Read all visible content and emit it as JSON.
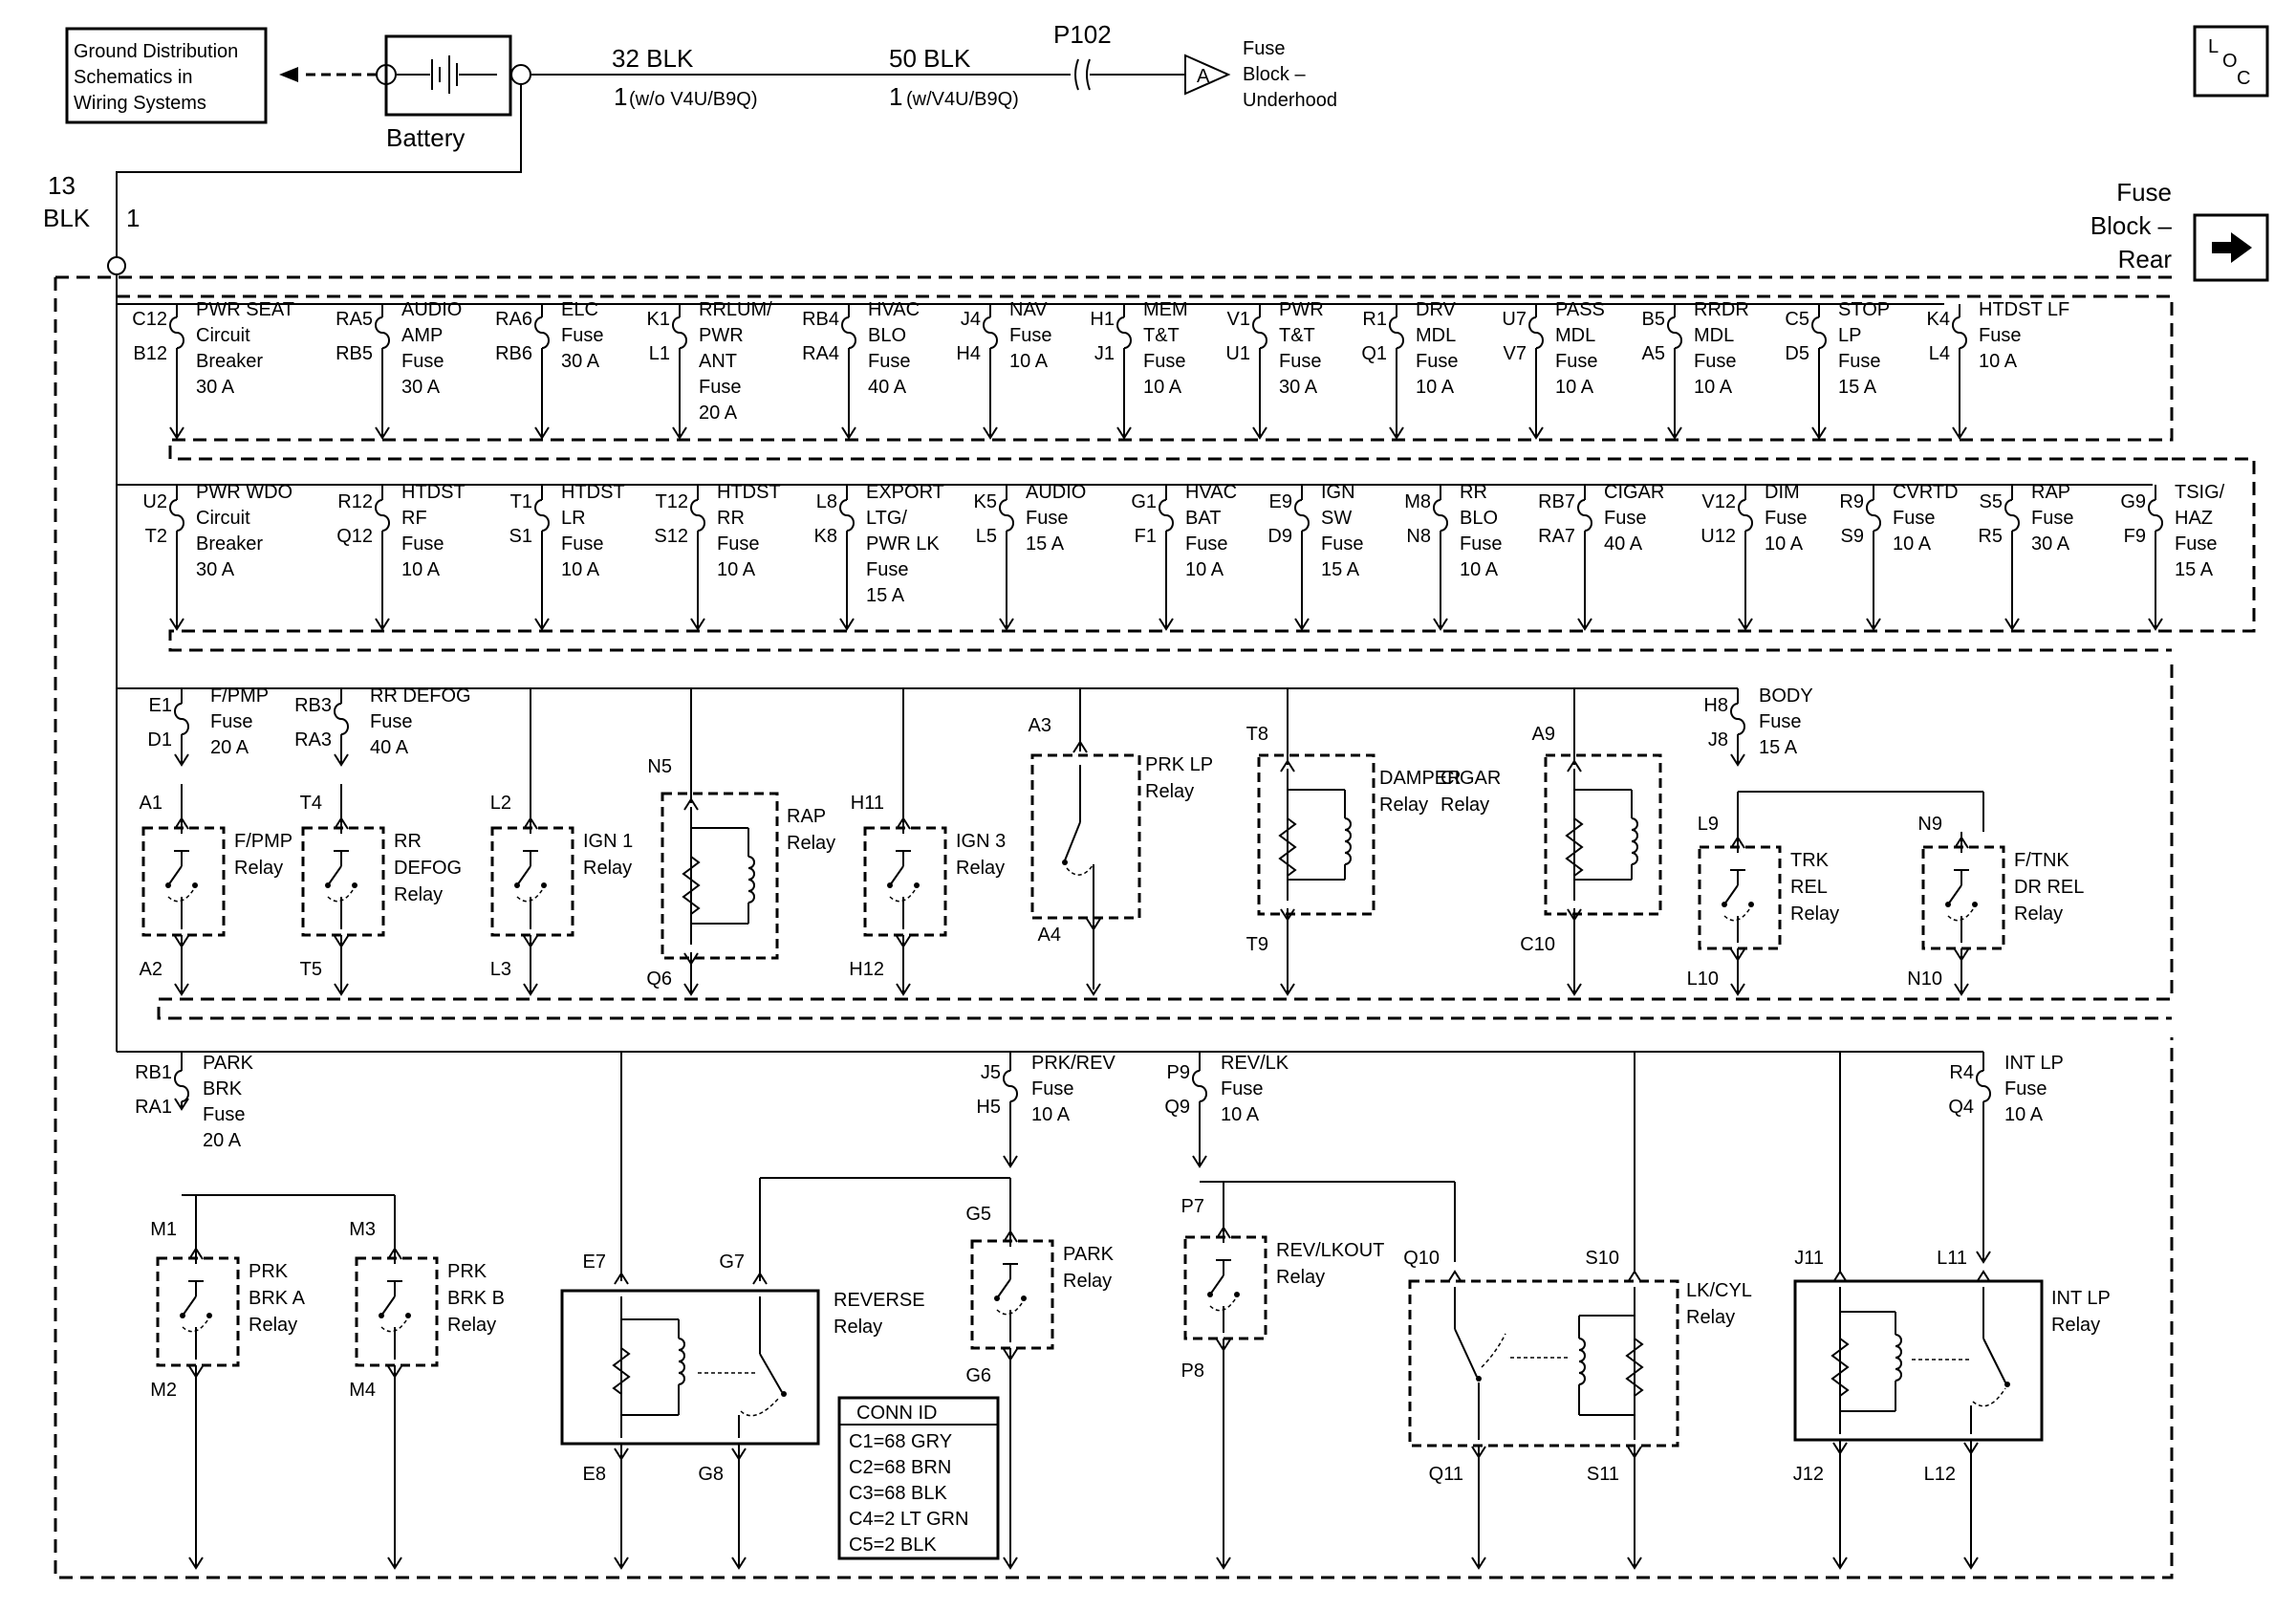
{
  "header": {
    "ground_dist_box": [
      "Ground Distribution",
      "Schematics in",
      "Wiring Systems"
    ],
    "battery": "Battery",
    "wire_32": "32 BLK",
    "pin_32": "1",
    "pin_32_note": "(w/o V4U/B9Q)",
    "wire_50": "50 BLK",
    "pin_50": "1",
    "pin_50_note": "(w/V4U/B9Q)",
    "p102": "P102",
    "connector_letter": "A",
    "fuse_block_underhood": [
      "Fuse",
      "Block –",
      "Underhood"
    ],
    "loc_l": "L",
    "loc_o": "O",
    "loc_c": "C",
    "feed_wire_num": "13",
    "feed_wire_color": "BLK",
    "feed_pin": "1",
    "fuse_block_rear": [
      "Fuse",
      "Block –",
      "Rear"
    ],
    "arrow_icon": "right-arrow-icon"
  },
  "row1": [
    {
      "top": "C12",
      "bottom": "B12",
      "label": [
        "PWR SEAT",
        "Circuit",
        "Breaker",
        "30 A"
      ]
    },
    {
      "top": "RA5",
      "bottom": "RB5",
      "label": [
        "AUDIO",
        "AMP",
        "Fuse",
        "30 A"
      ]
    },
    {
      "top": "RA6",
      "bottom": "RB6",
      "label": [
        "ELC",
        "Fuse",
        "30 A"
      ]
    },
    {
      "top": "K1",
      "bottom": "L1",
      "label": [
        "RRLUM/",
        "PWR",
        "ANT",
        "Fuse",
        "20 A"
      ]
    },
    {
      "top": "RB4",
      "bottom": "RA4",
      "label": [
        "HVAC",
        "BLO",
        "Fuse",
        "40 A"
      ]
    },
    {
      "top": "J4",
      "bottom": "H4",
      "label": [
        "NAV",
        "Fuse",
        "10 A"
      ]
    },
    {
      "top": "H1",
      "bottom": "J1",
      "label": [
        "MEM",
        "T&T",
        "Fuse",
        "10 A"
      ]
    },
    {
      "top": "V1",
      "bottom": "U1",
      "label": [
        "PWR",
        "T&T",
        "Fuse",
        "30 A"
      ]
    },
    {
      "top": "R1",
      "bottom": "Q1",
      "label": [
        "DRV",
        "MDL",
        "Fuse",
        "10 A"
      ]
    },
    {
      "top": "U7",
      "bottom": "V7",
      "label": [
        "PASS",
        "MDL",
        "Fuse",
        "10 A"
      ]
    },
    {
      "top": "B5",
      "bottom": "A5",
      "label": [
        "RRDR",
        "MDL",
        "Fuse",
        "10 A"
      ]
    },
    {
      "top": "C5",
      "bottom": "D5",
      "label": [
        "STOP",
        "LP",
        "Fuse",
        "15 A"
      ]
    },
    {
      "top": "K4",
      "bottom": "L4",
      "label": [
        "HTDST LF",
        "Fuse",
        "10 A"
      ]
    }
  ],
  "row2": [
    {
      "top": "U2",
      "bottom": "T2",
      "label": [
        "PWR WDO",
        "Circuit",
        "Breaker",
        "30 A"
      ]
    },
    {
      "top": "R12",
      "bottom": "Q12",
      "label": [
        "HTDST",
        "RF",
        "Fuse",
        "10 A"
      ]
    },
    {
      "top": "T1",
      "bottom": "S1",
      "label": [
        "HTDST",
        "LR",
        "Fuse",
        "10 A"
      ]
    },
    {
      "top": "T12",
      "bottom": "S12",
      "label": [
        "HTDST",
        "RR",
        "Fuse",
        "10 A"
      ]
    },
    {
      "top": "L8",
      "bottom": "K8",
      "label": [
        "EXPORT",
        "LTG/",
        "PWR LK",
        "Fuse",
        "15 A"
      ]
    },
    {
      "top": "K5",
      "bottom": "L5",
      "label": [
        "AUDIO",
        "Fuse",
        "15 A"
      ]
    },
    {
      "top": "G1",
      "bottom": "F1",
      "label": [
        "HVAC",
        "BAT",
        "Fuse",
        "10 A"
      ]
    },
    {
      "top": "E9",
      "bottom": "D9",
      "label": [
        "IGN",
        "SW",
        "Fuse",
        "15 A"
      ]
    },
    {
      "top": "M8",
      "bottom": "N8",
      "label": [
        "RR",
        "BLO",
        "Fuse",
        "10 A"
      ]
    },
    {
      "top": "RB7",
      "bottom": "RA7",
      "label": [
        "CIGAR",
        "Fuse",
        "40 A"
      ]
    },
    {
      "top": "V12",
      "bottom": "U12",
      "label": [
        "DIM",
        "Fuse",
        "10 A"
      ]
    },
    {
      "top": "R9",
      "bottom": "S9",
      "label": [
        "CVRTD",
        "Fuse",
        "10 A"
      ]
    },
    {
      "top": "S5",
      "bottom": "R5",
      "label": [
        "RAP",
        "Fuse",
        "30 A"
      ]
    },
    {
      "top": "G9",
      "bottom": "F9",
      "label": [
        "TSIG/",
        "HAZ",
        "Fuse",
        "15 A"
      ]
    }
  ],
  "row3": {
    "fpmp_fuse": {
      "top": "E1",
      "bottom": "D1",
      "label": [
        "F/PMP",
        "Fuse",
        "20 A"
      ]
    },
    "rrdefog_fuse": {
      "top": "RB3",
      "bottom": "RA3",
      "label": [
        "RR DEFOG",
        "Fuse",
        "40 A"
      ]
    },
    "body_fuse": {
      "top": "H8",
      "bottom": "J8",
      "label": [
        "BODY",
        "Fuse",
        "15 A"
      ]
    },
    "fpmp_relay": {
      "top": "A1",
      "bottom": "A2",
      "label": [
        "F/PMP",
        "Relay"
      ]
    },
    "rrdefog_relay": {
      "top": "T4",
      "bottom": "T5",
      "label": [
        "RR",
        "DEFOG",
        "Relay"
      ]
    },
    "ign1_relay": {
      "top": "L2",
      "bottom": "L3",
      "label": [
        "IGN 1",
        "Relay"
      ]
    },
    "rap_relay": {
      "top": "N5",
      "bottom": "Q6",
      "label": [
        "RAP",
        "Relay"
      ]
    },
    "ign3_relay": {
      "top": "H11",
      "bottom": "H12",
      "label": [
        "IGN 3",
        "Relay"
      ]
    },
    "prklp_relay": {
      "top": "A3",
      "bottom": "A4",
      "label": [
        "PRK LP",
        "Relay"
      ]
    },
    "damper_relay": {
      "top": "T8",
      "bottom": "T9",
      "label": [
        "DAMPER",
        "Relay"
      ]
    },
    "cigar_relay": {
      "top": "A9",
      "bottom": "C10",
      "label": [
        "CIGAR",
        "Relay"
      ]
    },
    "trkrel_relay": {
      "top": "L9",
      "bottom": "L10",
      "label": [
        "TRK",
        "REL",
        "Relay"
      ]
    },
    "ftnk_relay": {
      "top": "N9",
      "bottom": "N10",
      "label": [
        "F/TNK",
        "DR REL",
        "Relay"
      ]
    }
  },
  "row4": {
    "parkbrk_fuse": {
      "top": "RB1",
      "bottom": "RA1",
      "label": [
        "PARK",
        "BRK",
        "Fuse",
        "20 A"
      ]
    },
    "prkrev_fuse": {
      "top": "J5",
      "bottom": "H5",
      "label": [
        "PRK/REV",
        "Fuse",
        "10 A"
      ]
    },
    "revlk_fuse": {
      "top": "P9",
      "bottom": "Q9",
      "label": [
        "REV/LK",
        "Fuse",
        "10 A"
      ]
    },
    "intlp_fuse": {
      "top": "R4",
      "bottom": "Q4",
      "label": [
        "INT LP",
        "Fuse",
        "10 A"
      ]
    },
    "prkbrka_relay": {
      "top": "M1",
      "bottom": "M2",
      "label": [
        "PRK",
        "BRK A",
        "Relay"
      ]
    },
    "prkbrkb_relay": {
      "top": "M3",
      "bottom": "M4",
      "label": [
        "PRK",
        "BRK B",
        "Relay"
      ]
    },
    "reverse_relay": {
      "pins": [
        "E7",
        "G7",
        "E8",
        "G8"
      ],
      "label": [
        "REVERSE",
        "Relay"
      ]
    },
    "park_relay": {
      "top": "G5",
      "bottom": "G6",
      "label": [
        "PARK",
        "Relay"
      ]
    },
    "revlkout_relay": {
      "top": "P7",
      "bottom": "P8",
      "label": [
        "REV/LKOUT",
        "Relay"
      ]
    },
    "lkcyl_relay": {
      "pins": [
        "Q10",
        "S10",
        "Q11",
        "S11"
      ],
      "label": [
        "LK/CYL",
        "Relay"
      ]
    },
    "intlp_relay": {
      "pins": [
        "J11",
        "L11",
        "J12",
        "L12"
      ],
      "label": [
        "INT LP",
        "Relay"
      ]
    }
  },
  "conn_id": {
    "title": "CONN ID",
    "rows": [
      "C1=68 GRY",
      "C2=68 BRN",
      "C3=68 BLK",
      "C4=2 LT GRN",
      "C5=2 BLK"
    ]
  }
}
